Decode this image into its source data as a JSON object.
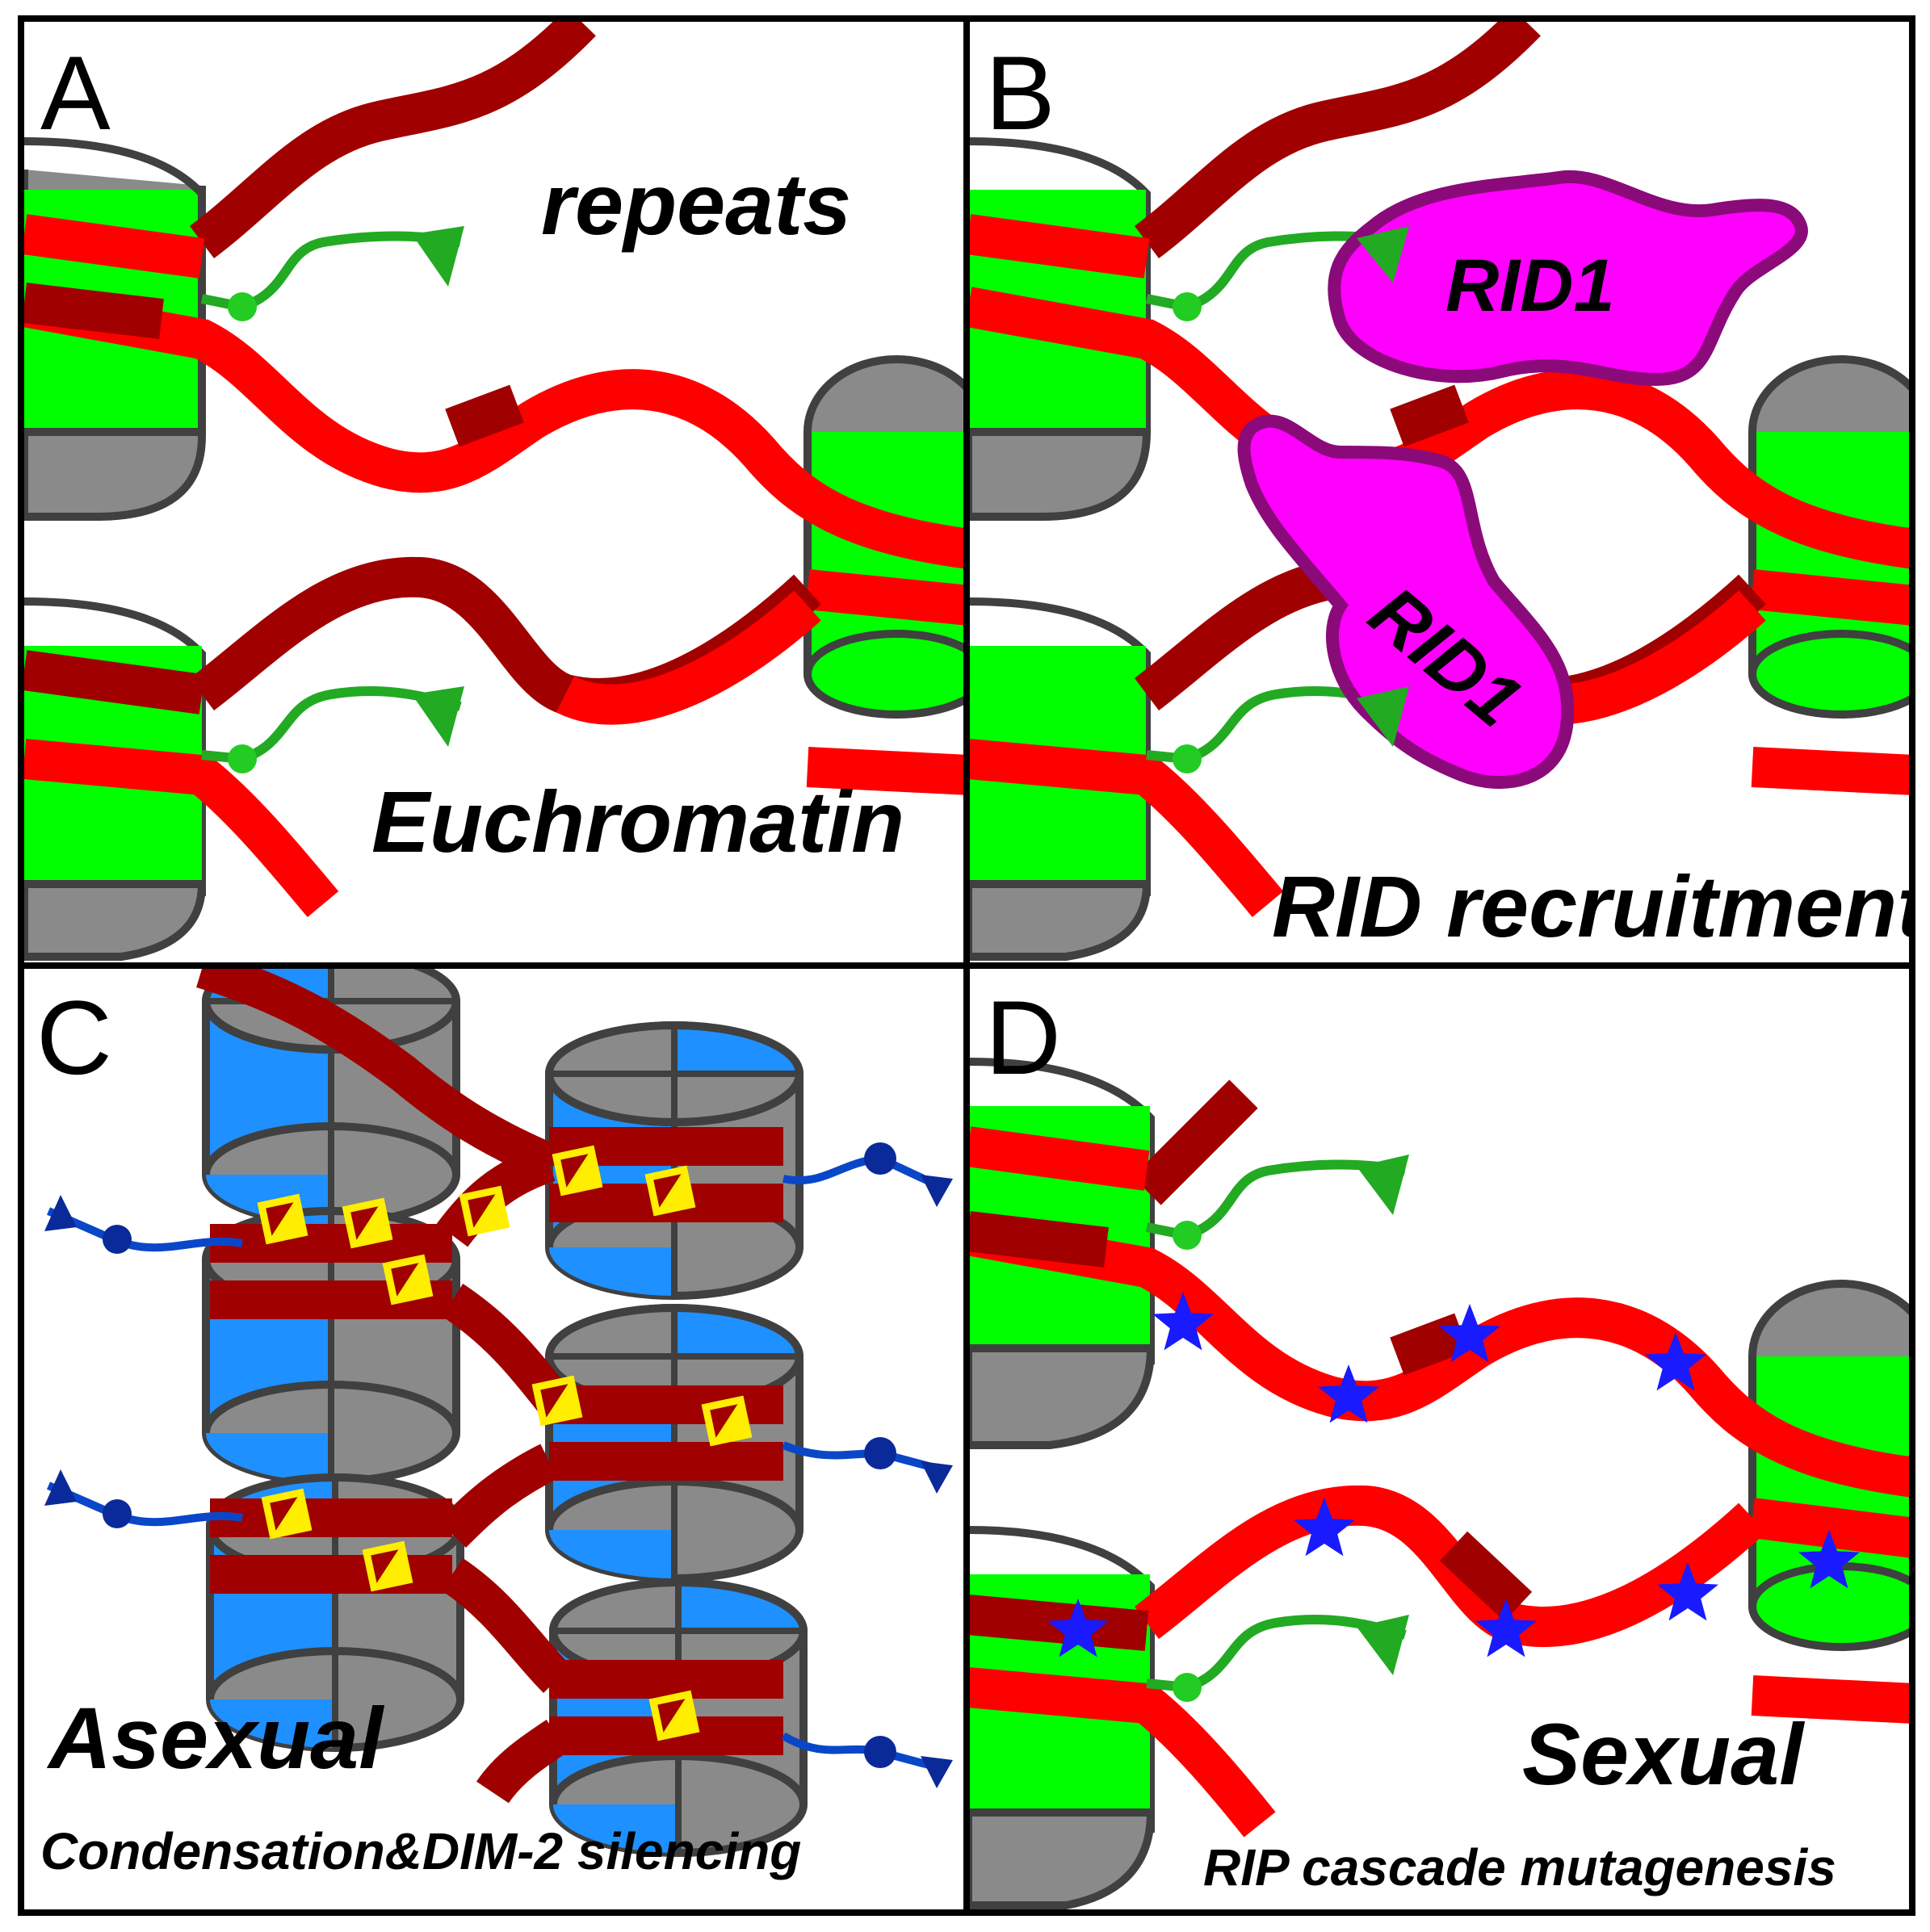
{
  "panels": {
    "a": {
      "letter": "A",
      "label_top": "repeats",
      "label_bottom": "Euchromatin"
    },
    "b": {
      "letter": "B",
      "protein_1": "RID1",
      "protein_2": "RID1",
      "label_bottom": "RID recruitment"
    },
    "c": {
      "letter": "C",
      "label_main": "Asexual",
      "label_sub": "Condensation&DIM-2  silencing"
    },
    "d": {
      "letter": "D",
      "label_main": "Sexual",
      "label_sub": "RIP cascade mutagenesis"
    }
  },
  "colors": {
    "dna_red": "#ff0000",
    "dna_dark_red": "#a00000",
    "histone_green": "#00ff00",
    "histone_blue": "#1e90ff",
    "histone_gray": "#8a8a8a",
    "outline": "#404040",
    "tail_green": "#22aa22",
    "tail_blue": "#0a47c8",
    "rid_magenta": "#ff00ff",
    "rid_outline": "#8b0a7a",
    "mark_yellow": "#ffee00",
    "star_blue": "#1a1aff"
  }
}
